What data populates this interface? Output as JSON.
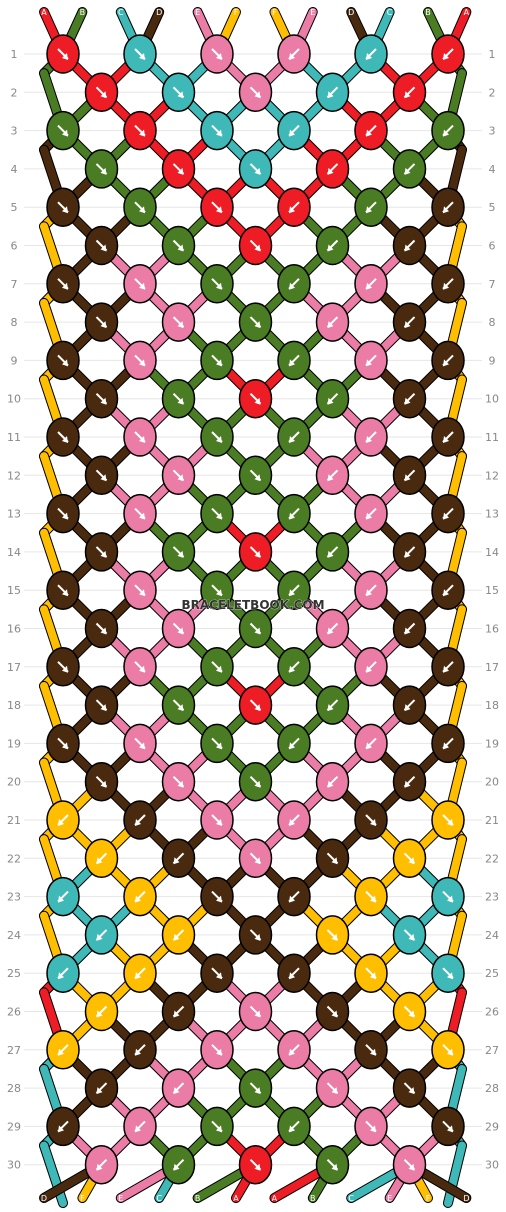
{
  "watermark": "BRACELETBOOK.COM",
  "colors": {
    "A": "#ee1c24",
    "B": "#4a7c23",
    "C": "#3fb9b7",
    "D": "#4a2a0e",
    "E": "#ea7ca6",
    "F": "#ffbf00"
  },
  "top_strands": [
    "A",
    "B",
    "C",
    "D",
    "E",
    "F",
    "F",
    "E",
    "D",
    "C",
    "B",
    "A"
  ],
  "bottom_strands": [
    "D",
    "F",
    "E",
    "C",
    "B",
    "A",
    "A",
    "B",
    "C",
    "E",
    "F",
    "D"
  ],
  "row_numbers": [
    "1",
    "2",
    "3",
    "4",
    "5",
    "6",
    "7",
    "8",
    "9",
    "10",
    "11",
    "12",
    "13",
    "14",
    "15",
    "16",
    "17",
    "18",
    "19",
    "20",
    "21",
    "22",
    "23",
    "24",
    "25",
    "26",
    "27",
    "28",
    "29",
    "30"
  ],
  "knots": [
    [
      "A",
      "C",
      "E",
      "E",
      "C",
      "A"
    ],
    [
      "A",
      "C",
      "E",
      "C",
      "A"
    ],
    [
      "B",
      "A",
      "C",
      "C",
      "A",
      "B"
    ],
    [
      "B",
      "A",
      "C",
      "A",
      "B"
    ],
    [
      "D",
      "B",
      "A",
      "A",
      "B",
      "D"
    ],
    [
      "D",
      "B",
      "A",
      "B",
      "D"
    ],
    [
      "D",
      "E",
      "B",
      "B",
      "E",
      "D"
    ],
    [
      "D",
      "E",
      "B",
      "E",
      "D"
    ],
    [
      "D",
      "E",
      "B",
      "B",
      "E",
      "D"
    ],
    [
      "D",
      "B",
      "A",
      "B",
      "D"
    ],
    [
      "D",
      "E",
      "B",
      "B",
      "E",
      "D"
    ],
    [
      "D",
      "E",
      "B",
      "E",
      "D"
    ],
    [
      "D",
      "E",
      "B",
      "B",
      "E",
      "D"
    ],
    [
      "D",
      "B",
      "A",
      "B",
      "D"
    ],
    [
      "D",
      "E",
      "B",
      "B",
      "E",
      "D"
    ],
    [
      "D",
      "E",
      "B",
      "E",
      "D"
    ],
    [
      "D",
      "E",
      "B",
      "B",
      "E",
      "D"
    ],
    [
      "D",
      "B",
      "A",
      "B",
      "D"
    ],
    [
      "D",
      "E",
      "B",
      "B",
      "E",
      "D"
    ],
    [
      "D",
      "E",
      "B",
      "E",
      "D"
    ],
    [
      "F",
      "D",
      "E",
      "E",
      "D",
      "F"
    ],
    [
      "F",
      "D",
      "E",
      "D",
      "F"
    ],
    [
      "C",
      "F",
      "D",
      "D",
      "F",
      "C"
    ],
    [
      "C",
      "F",
      "D",
      "F",
      "C"
    ],
    [
      "C",
      "F",
      "D",
      "D",
      "F",
      "C"
    ],
    [
      "F",
      "D",
      "E",
      "D",
      "F"
    ],
    [
      "F",
      "D",
      "E",
      "E",
      "D",
      "F"
    ],
    [
      "D",
      "E",
      "B",
      "E",
      "D"
    ],
    [
      "D",
      "E",
      "B",
      "B",
      "E",
      "D"
    ],
    [
      "E",
      "B",
      "A",
      "B",
      "E"
    ]
  ],
  "arrows": [
    [
      "se",
      "se",
      "se",
      "sw",
      "sw",
      "sw"
    ],
    [
      "se",
      "se",
      "se",
      "sw",
      "sw"
    ],
    [
      "se",
      "se",
      "se",
      "sw",
      "sw",
      "sw"
    ],
    [
      "se",
      "se",
      "se",
      "sw",
      "sw"
    ],
    [
      "se",
      "se",
      "se",
      "sw",
      "sw",
      "sw"
    ],
    [
      "se",
      "se",
      "se",
      "sw",
      "sw"
    ],
    [
      "se",
      "se",
      "se",
      "sw",
      "sw",
      "sw"
    ],
    [
      "se",
      "se",
      "se",
      "sw",
      "sw"
    ],
    [
      "se",
      "se",
      "se",
      "sw",
      "sw",
      "sw"
    ],
    [
      "se",
      "se",
      "se",
      "sw",
      "sw"
    ],
    [
      "se",
      "se",
      "se",
      "sw",
      "sw",
      "sw"
    ],
    [
      "se",
      "se",
      "se",
      "sw",
      "sw"
    ],
    [
      "se",
      "se",
      "se",
      "sw",
      "sw",
      "sw"
    ],
    [
      "se",
      "se",
      "se",
      "sw",
      "sw"
    ],
    [
      "se",
      "se",
      "se",
      "sw",
      "sw",
      "sw"
    ],
    [
      "se",
      "se",
      "se",
      "sw",
      "sw"
    ],
    [
      "se",
      "se",
      "se",
      "sw",
      "sw",
      "sw"
    ],
    [
      "se",
      "se",
      "se",
      "sw",
      "sw"
    ],
    [
      "se",
      "se",
      "se",
      "sw",
      "sw",
      "sw"
    ],
    [
      "se",
      "se",
      "se",
      "sw",
      "sw"
    ],
    [
      "sw",
      "sw",
      "se",
      "sw",
      "se",
      "se"
    ],
    [
      "sw",
      "sw",
      "se",
      "se",
      "se"
    ],
    [
      "sw",
      "sw",
      "se",
      "sw",
      "se",
      "se"
    ],
    [
      "sw",
      "sw",
      "se",
      "se",
      "se"
    ],
    [
      "sw",
      "sw",
      "se",
      "sw",
      "se",
      "se"
    ],
    [
      "sw",
      "sw",
      "se",
      "se",
      "se"
    ],
    [
      "sw",
      "sw",
      "se",
      "sw",
      "se",
      "se"
    ],
    [
      "sw",
      "sw",
      "se",
      "se",
      "se"
    ],
    [
      "sw",
      "sw",
      "se",
      "sw",
      "se",
      "se"
    ],
    [
      "sw",
      "sw",
      "se",
      "se",
      "se"
    ]
  ],
  "edge_strands": {
    "left": [
      "B",
      "D",
      "F",
      "F",
      "F",
      "F",
      "F",
      "F",
      "F",
      "F",
      "F",
      "F",
      "F",
      "F",
      "F",
      "C",
      "A",
      "C",
      "C",
      "F"
    ],
    "right": [
      "B",
      "D",
      "F",
      "F",
      "F",
      "F",
      "F",
      "F",
      "F",
      "F",
      "F",
      "F",
      "F",
      "F",
      "F",
      "C",
      "A",
      "C",
      "C",
      "F"
    ]
  }
}
